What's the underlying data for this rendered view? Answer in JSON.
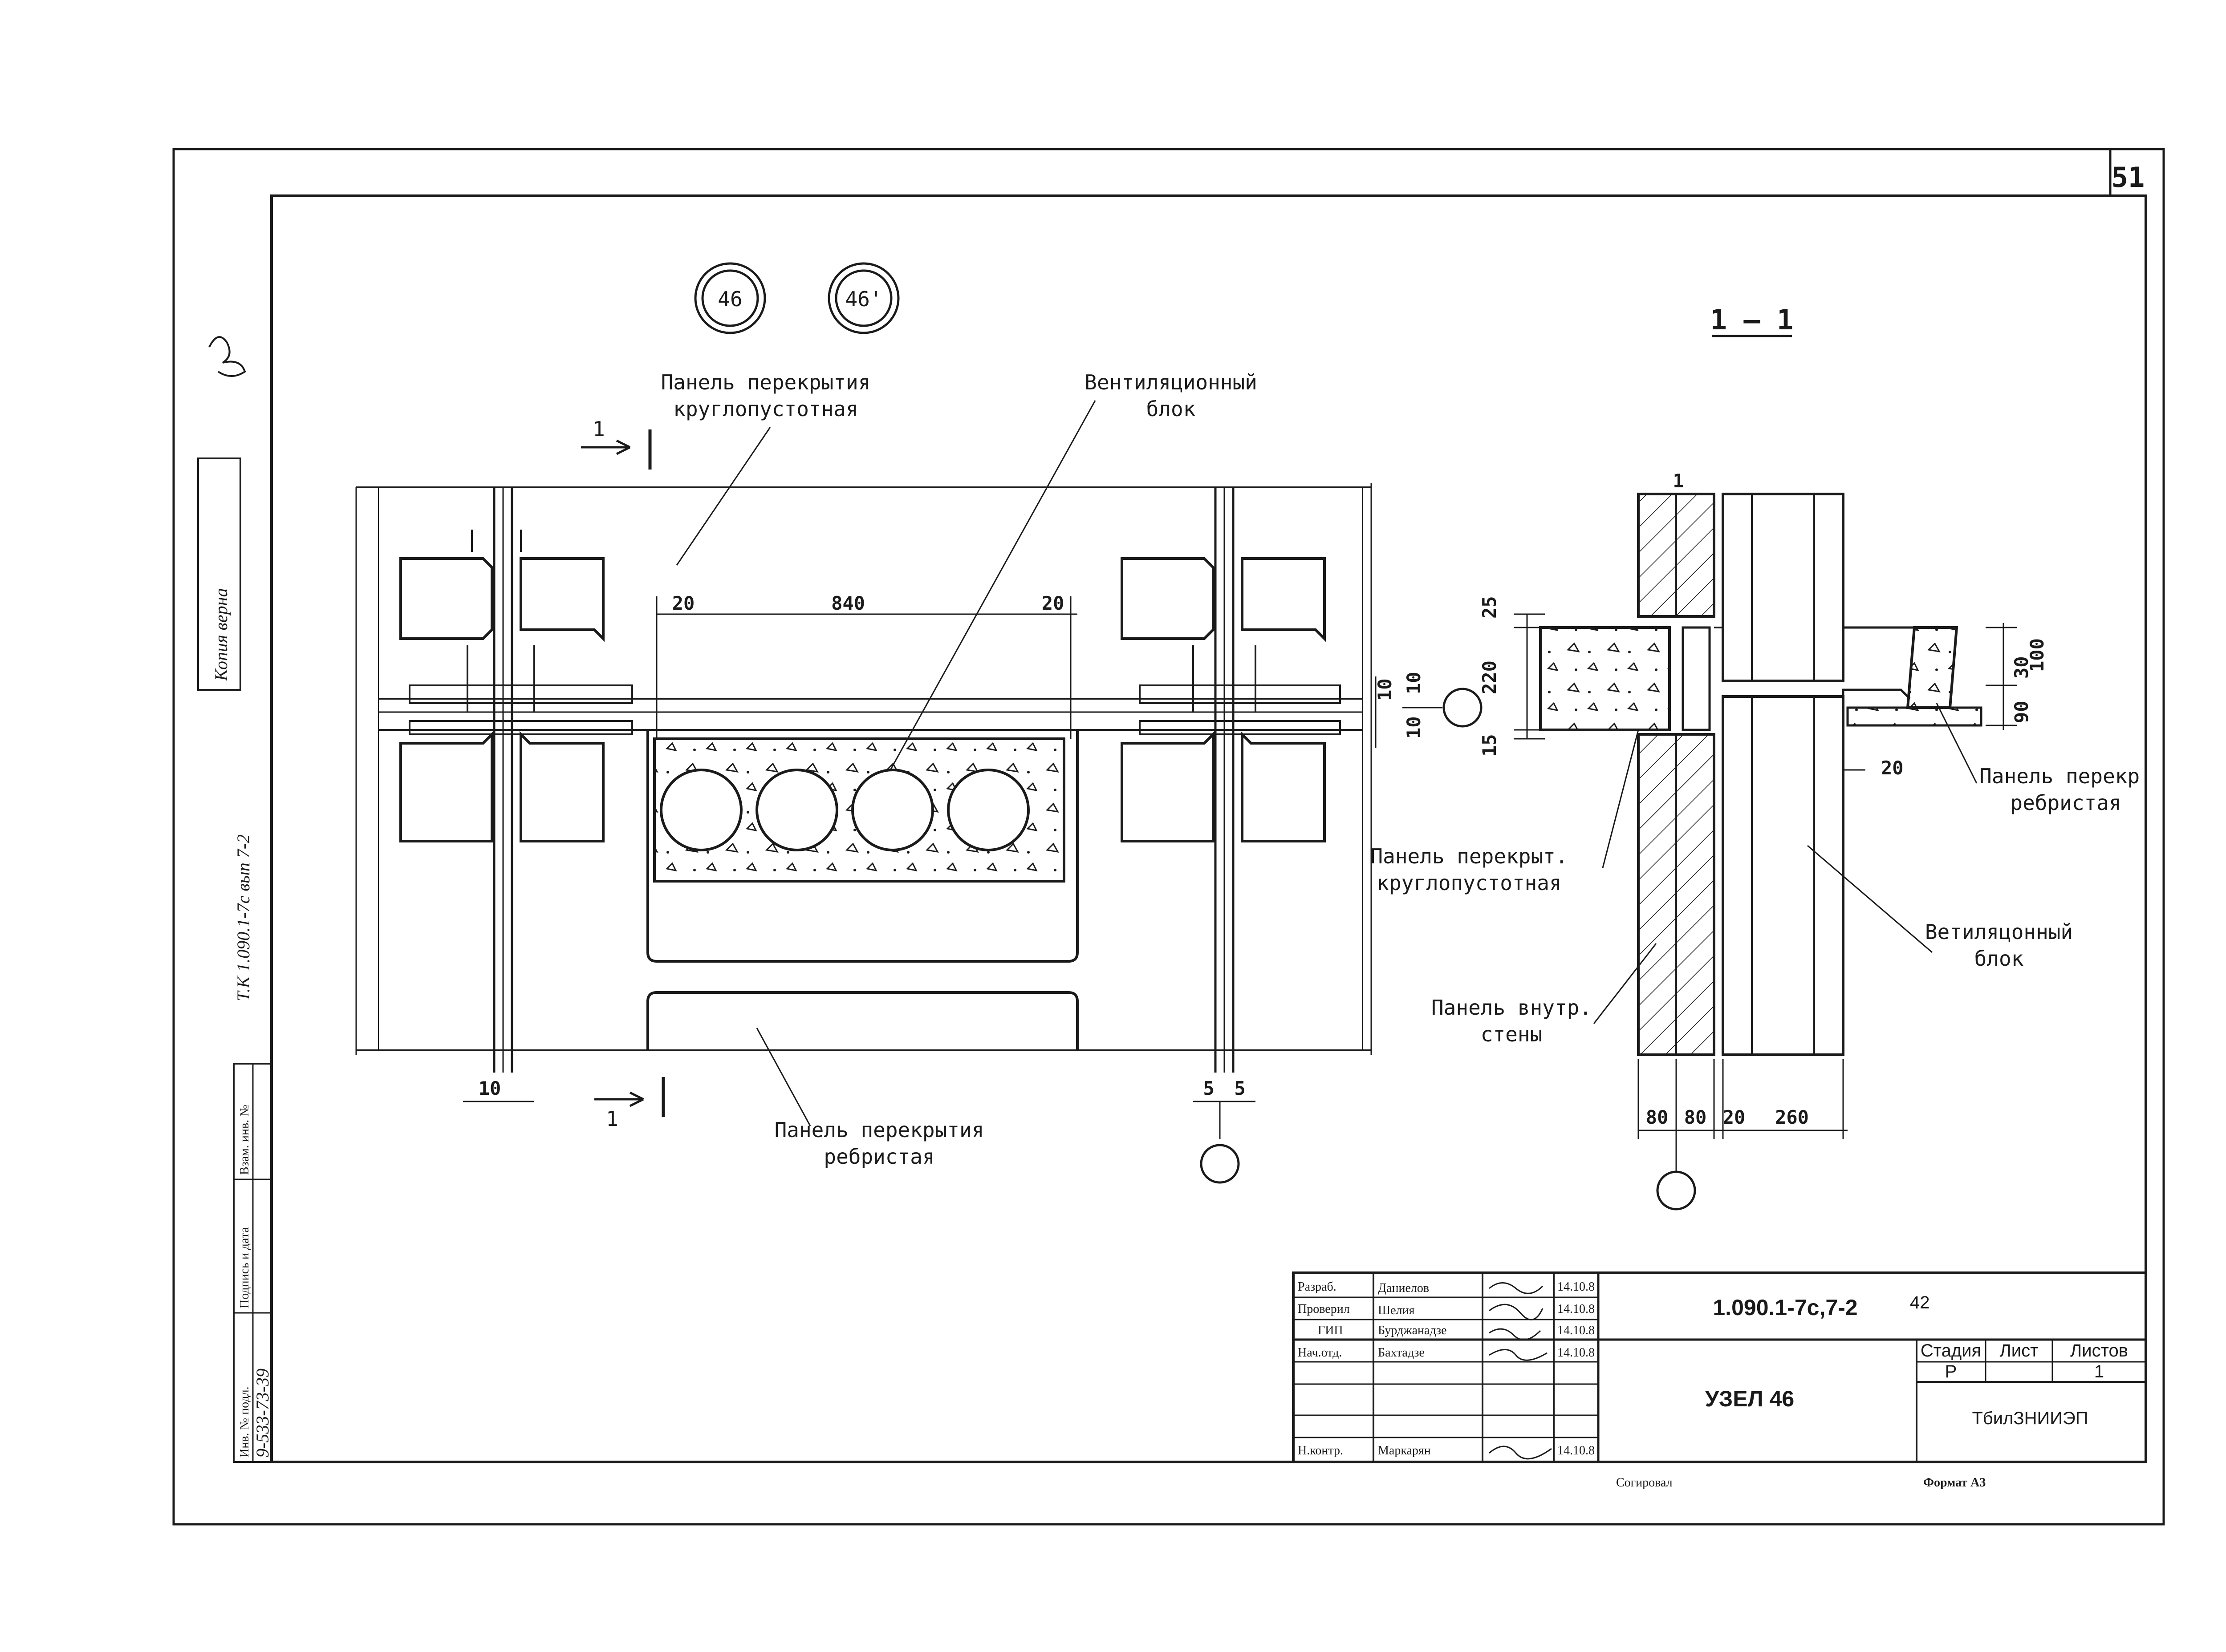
{
  "sheet": {
    "number": "51",
    "markers": [
      "46",
      "46'"
    ],
    "section_title": "1 – 1",
    "section_mark": "1",
    "detail_circle": ""
  },
  "plan": {
    "label_hollow_panel_l1": "Панель перекрытия",
    "label_hollow_panel_l2": "круглопустотная",
    "label_vent_l1": "Вентиляционный",
    "label_vent_l2": "блок",
    "label_ribbed_l1": "Панель перекрытия",
    "label_ribbed_l2": "ребристая",
    "dims": {
      "left_gap": "20",
      "width": "840",
      "right_gap": "20",
      "rod": "10",
      "pair_a": "5",
      "pair_b": "5"
    }
  },
  "section": {
    "label_ribbed_l1": "Панель перекр.",
    "label_ribbed_l2": "ребристая",
    "label_hollow_l1": "Панель перекрыт.",
    "label_hollow_l2": "круглопустотная",
    "label_vent_l1": "Ветиляцонный",
    "label_vent_l2": "блок",
    "label_wall_l1": "Панель внутр.",
    "label_wall_l2": "стены",
    "dims": {
      "top": "25",
      "height": "220",
      "bottom": "15",
      "joint_a": "10",
      "joint_b": "10",
      "rib_top": "100",
      "rib_a": "30",
      "rib_b": "90",
      "gap": "20",
      "w1": "80",
      "w2": "80",
      "w3": "20",
      "w4": "260"
    }
  },
  "side_strip": {
    "project": "Т.К 1.090.1-7с вып 7-2",
    "copy_note": "Копия верна",
    "inv_no": "Инв. № подл.",
    "sign_date": "Подпись и дата",
    "replaced_inv": "Взам. инв. №",
    "inv_value": "9-533-73-39"
  },
  "title_block": {
    "roles": [
      "Разраб.",
      "Проверил",
      "ГИП",
      "Нач.отд.",
      "",
      "",
      "Н.контр."
    ],
    "names": [
      "Даниелов",
      "Шелия",
      "Бурджанадзе",
      "Бахтадзе",
      "",
      "",
      "Маркарян"
    ],
    "dates": [
      "14.10.8",
      "14.10.8",
      "14.10.8",
      "14.10.8",
      "",
      "",
      "14.10.8"
    ],
    "doc_code": "1.090.1-7с,7-2",
    "doc_sheet": "42",
    "title": "УЗЕЛ 46",
    "stage_hdr": "Стадия",
    "sheet_hdr": "Лист",
    "sheets_hdr": "Листов",
    "stage": "Р",
    "sheet": "",
    "sheets": "1",
    "org": "ТбилЗНИИЭП",
    "copied": "Согировал",
    "format": "Формат А3"
  },
  "colors": {
    "ink": "#1a1a1a",
    "paper": "#ffffff"
  }
}
